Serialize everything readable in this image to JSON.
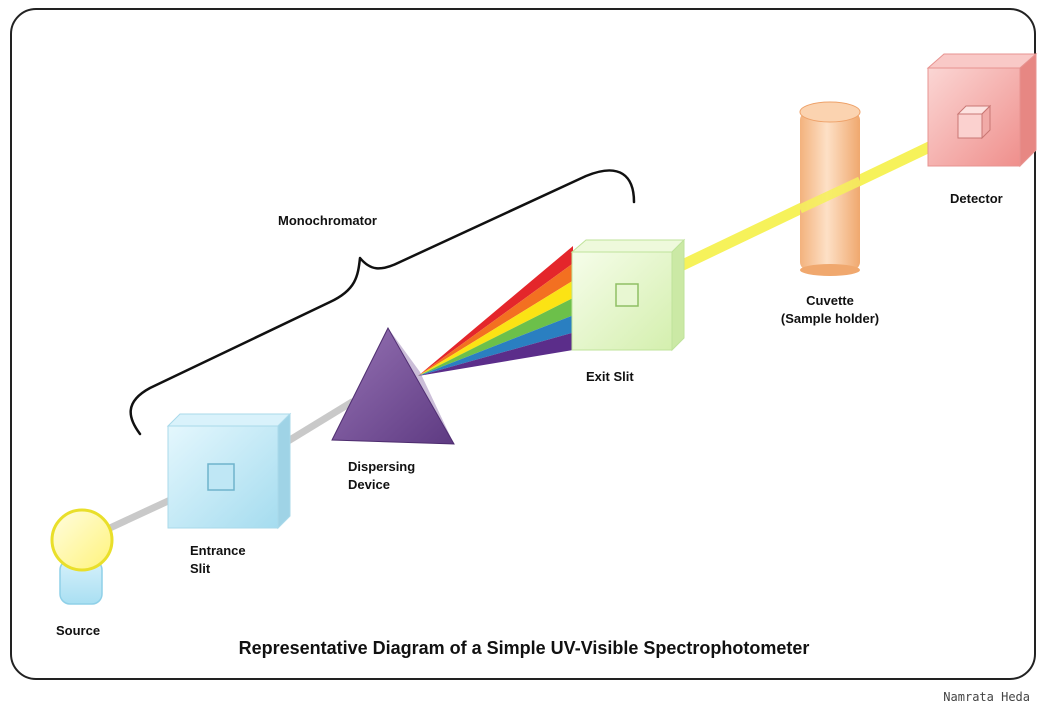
{
  "title": "Representative Diagram of a Simple UV-Visible Spectrophotometer",
  "author": "Namrata Heda",
  "labels": {
    "monochromator": "Monochromator",
    "detector": "Detector",
    "cuvette": "Cuvette\n(Sample holder)",
    "exit_slit": "Exit Slit",
    "dispersing_device": "Dispersing\nDevice",
    "entrance_slit": "Entrance\nSlit",
    "source": "Source"
  },
  "colors": {
    "source": "#fff9a6",
    "entrance_slit": "#bfe9f7",
    "prism": "#7a4f96",
    "exit_slit": "#e6f6cc",
    "cuvette": "#f6c49a",
    "detector": "#f4a7a4",
    "beam_grey": "#cfcfcf",
    "beam_yellow": "#f6f25a",
    "spectrum": [
      "#e4262b",
      "#f37021",
      "#fbe314",
      "#6cc04a",
      "#2a7fc1",
      "#5b2d8a"
    ]
  }
}
